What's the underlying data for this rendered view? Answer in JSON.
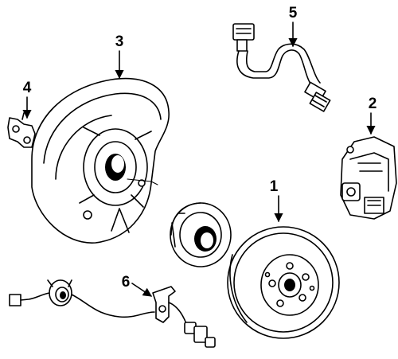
{
  "diagram": {
    "callouts": [
      {
        "id": "1",
        "text": "1"
      },
      {
        "id": "2",
        "text": "2"
      },
      {
        "id": "3",
        "text": "3"
      },
      {
        "id": "4",
        "text": "4"
      },
      {
        "id": "5",
        "text": "5"
      },
      {
        "id": "6",
        "text": "6"
      }
    ],
    "parts": [
      {
        "callout": "1",
        "icon": "brake-rotor-icon"
      },
      {
        "callout": "2",
        "icon": "brake-caliper-icon"
      },
      {
        "callout": "3",
        "icon": "dust-shield-icon"
      },
      {
        "callout": "4",
        "icon": "bracket-clip-icon"
      },
      {
        "callout": "5",
        "icon": "brake-hose-icon"
      },
      {
        "callout": "6",
        "icon": "abs-sensor-icon"
      }
    ],
    "other_parts": [
      {
        "icon": "hub-bearing-icon"
      },
      {
        "icon": "sensor-connector-icon"
      }
    ]
  }
}
